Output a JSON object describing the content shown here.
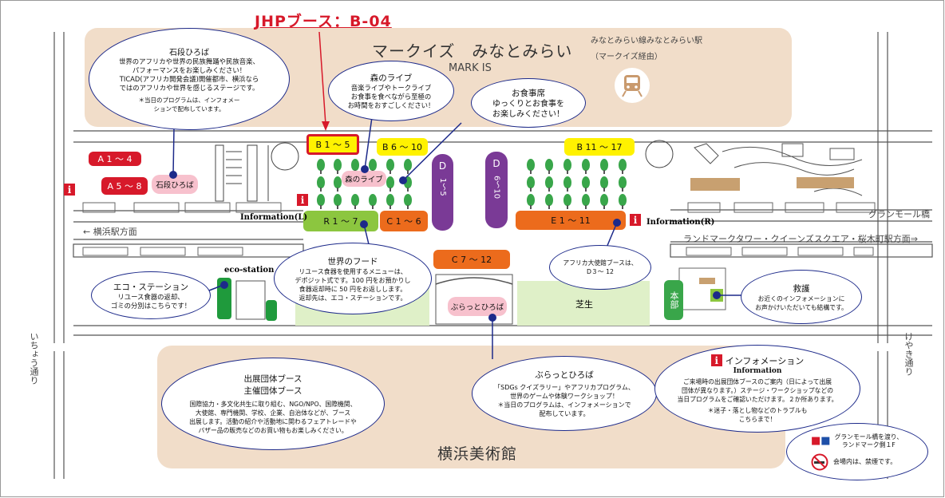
{
  "header": {
    "jhp_booth_label": "JHPブース：B-04"
  },
  "buildings": {
    "mark_is_jp": "マークイズ　みなとみらい",
    "mark_is_en": "MARK IS",
    "station_line1": "みなとみらい線みなとみらい駅",
    "station_line2": "（マークイズ経由）",
    "museum": "横浜美術館"
  },
  "roads": {
    "yokohama_station": "← 横浜駅方面",
    "grand_mall_bridge": "グランモール橋",
    "landmark_direction": "ランドマークタワー・クイーンズスクエア・桜木町駅方面⇒",
    "ichou_street": "いちょう通り",
    "keyaki_street": "けやき通り"
  },
  "booths": {
    "a1": "A 1 ～ 4",
    "a2": "A 5 ～ 8",
    "ishidan_tag": "石段ひろば",
    "b1": "B 1 ～ 5",
    "b2": "B 6 ～ 10",
    "b3": "B 11 ～ 17",
    "mori_tag": "森のライブ",
    "d1_letter": "D",
    "d1_range": "1～5",
    "d2_letter": "D",
    "d2_range": "6～10",
    "r": "R 1 ～ 7",
    "c1": "C 1 ～ 6",
    "e": "E 1 ～ 11",
    "c2": "C 7 ～ 12",
    "burat_tag": "ぶらっとひろば",
    "lawn": "芝生",
    "honbu": "本部",
    "info_l": "Information(L)",
    "info_r": "Information(R)",
    "eco": "eco-station"
  },
  "callouts": {
    "ishidan": {
      "title": "石段ひろば",
      "lines": [
        "世界のアフリカや世界の民族舞踊や民族音楽、",
        "パフォーマンスをお楽しみください！",
        "TICAD(アフリカ開発会議)開催都市、横浜なら",
        "ではのアフリカや世界を感じるステージです。"
      ],
      "note_lines": [
        "＊当日のプログラムは、インフォメー",
        "ションで配布しています。"
      ]
    },
    "mori": {
      "title": "森のライブ",
      "lines": [
        "音楽ライブやトークライブ",
        "お食事を食べながら至極の",
        "お時間をおすごしください！"
      ]
    },
    "food_seating": {
      "title": "お食事席",
      "lines": [
        "ゆっくりとお食事を",
        "お楽しみください！"
      ]
    },
    "world_food": {
      "title": "世界のフード",
      "lines": [
        "リユース食器を使用するメニューは、",
        "デポジット式です。100 円をお預かりし",
        "食器返却時に 50 円をお返しします。",
        "返却先は、エコ・ステーションです。"
      ]
    },
    "eco_station": {
      "title": "エコ・ステーション",
      "lines": [
        "リユース食器の返却、",
        "ゴミの分別はこちらです！"
      ]
    },
    "embassy": {
      "lines": [
        "アフリカ大使館ブースは、",
        "D３～ 12"
      ]
    },
    "rescue": {
      "title": "救護",
      "lines": [
        "お近くのインフォメーションに",
        "お声かけいただいても結構です。"
      ]
    },
    "exhibitors": {
      "title1": "出展団体ブース",
      "title2": "主催団体ブース",
      "lines": [
        "国際協力・多文化共生に取り組む、NGO/NPO、国際機関、",
        "大使館、専門機関、学校、企業、自治体などが、ブース",
        "出展します。活動の紹介や活動地に関わるフェアトレードや",
        "バザー品の販売などのお買い物もお楽しみください。"
      ]
    },
    "burat": {
      "title": "ぶらっとひろば",
      "lines": [
        "「SDGs クイズラリー」やアフリカプログラム、",
        "世界のゲームや体験ワークショップ！",
        "＊当日のプログラムは、インフォメーションで",
        "配布しています。"
      ]
    },
    "information": {
      "title": "インフォメーション",
      "subtitle": "Information",
      "lines": [
        "ご来場時の出展団体ブースのご案内（日によって出展",
        "団体が異なります。）ステージ・ワークショップなどの",
        "当日プログラムをご確認いただけます。２か所あります。"
      ],
      "note_lines": [
        "＊迷子・落とし物などのトラブルも",
        "こちらまで！"
      ]
    },
    "facilities": {
      "toilet_lines": [
        "グランモール橋を渡り、",
        "ランドマーク側１F"
      ],
      "smoking": "会場内は、禁煙です。"
    }
  },
  "colors": {
    "red": "#d7192a",
    "yellow": "#fff200",
    "purple": "#7a3a96",
    "orange": "#ec6b1c",
    "green_lime": "#8cc63f",
    "tree": "#39a64a",
    "pink": "#f7c1cd",
    "beige": "#f1ddc9",
    "lawn": "#dff0c8",
    "ellipse": "#1d2a8a",
    "green": "#1f9a3c"
  }
}
